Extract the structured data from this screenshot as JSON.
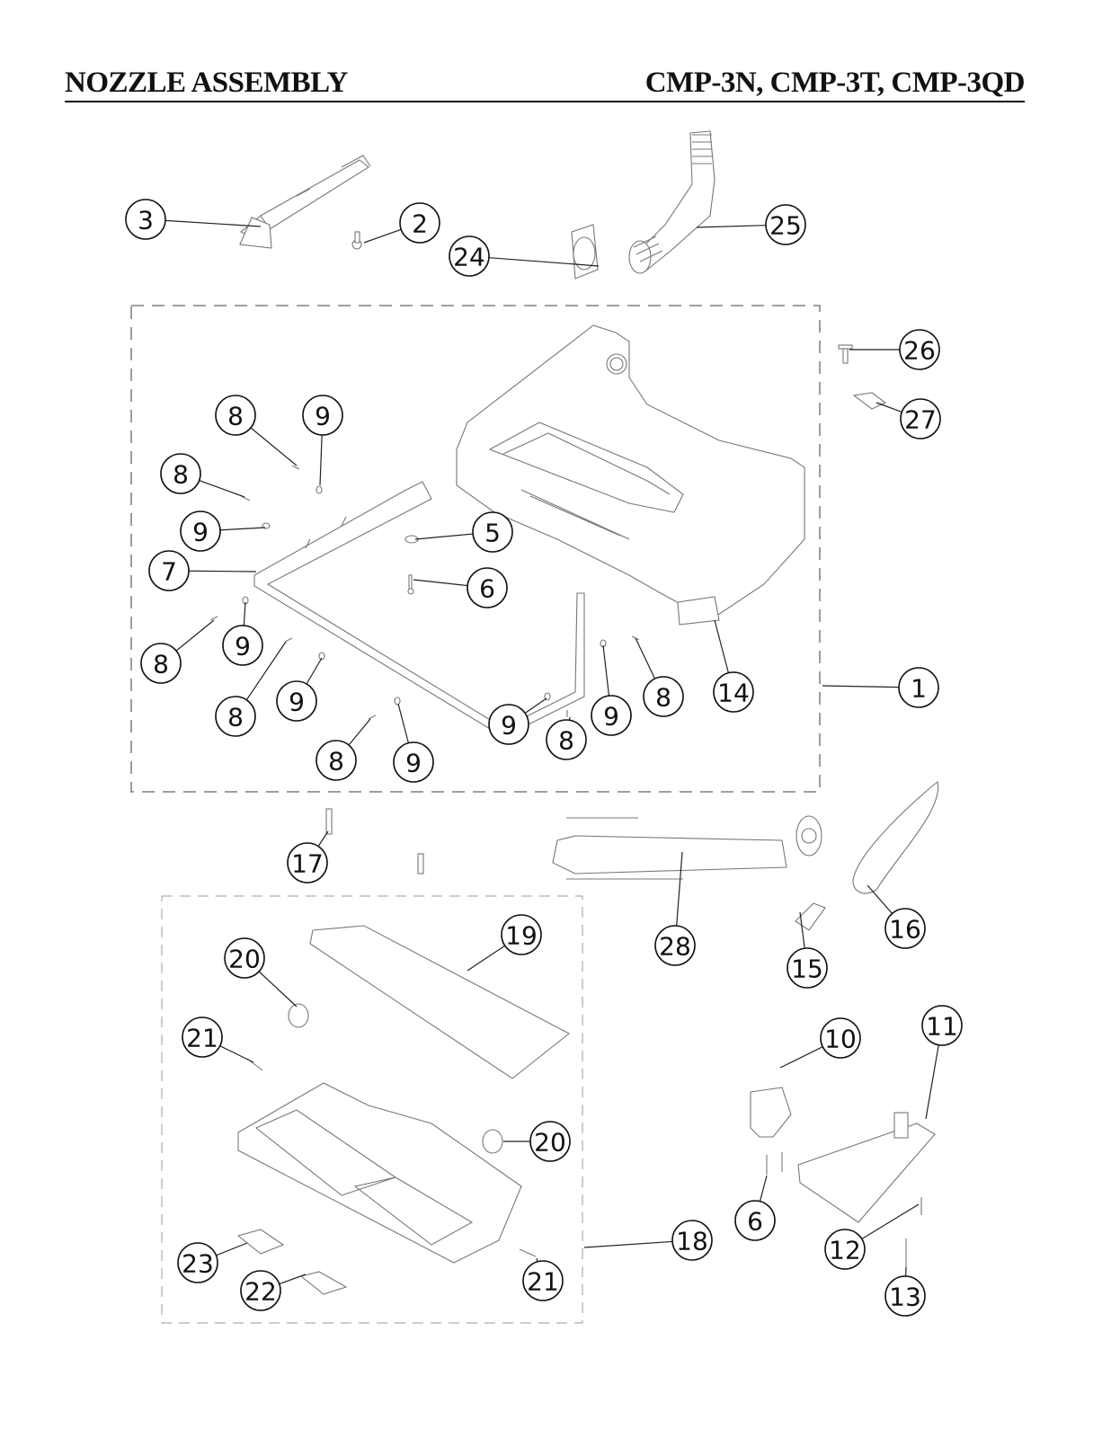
{
  "header": {
    "title": "NOZZLE ASSEMBLY",
    "models": "CMP-3N, CMP-3T, CMP-3QD"
  },
  "groups": [
    {
      "id": "upper-assembly",
      "callout": "1"
    },
    {
      "id": "lower-plate-assembly",
      "callout": "18"
    }
  ],
  "callouts": [
    {
      "id": "c1",
      "label": "1"
    },
    {
      "id": "c2",
      "label": "2"
    },
    {
      "id": "c3",
      "label": "3"
    },
    {
      "id": "c5",
      "label": "5"
    },
    {
      "id": "c6a",
      "label": "6"
    },
    {
      "id": "c6b",
      "label": "6"
    },
    {
      "id": "c7",
      "label": "7"
    },
    {
      "id": "c8a",
      "label": "8"
    },
    {
      "id": "c8b",
      "label": "8"
    },
    {
      "id": "c8c",
      "label": "8"
    },
    {
      "id": "c8d",
      "label": "8"
    },
    {
      "id": "c8e",
      "label": "8"
    },
    {
      "id": "c8f",
      "label": "8"
    },
    {
      "id": "c8g",
      "label": "8"
    },
    {
      "id": "c9a",
      "label": "9"
    },
    {
      "id": "c9b",
      "label": "9"
    },
    {
      "id": "c9c",
      "label": "9"
    },
    {
      "id": "c9d",
      "label": "9"
    },
    {
      "id": "c9e",
      "label": "9"
    },
    {
      "id": "c9f",
      "label": "9"
    },
    {
      "id": "c9g",
      "label": "9"
    },
    {
      "id": "c10",
      "label": "10"
    },
    {
      "id": "c11",
      "label": "11"
    },
    {
      "id": "c12",
      "label": "12"
    },
    {
      "id": "c13",
      "label": "13"
    },
    {
      "id": "c14",
      "label": "14"
    },
    {
      "id": "c15",
      "label": "15"
    },
    {
      "id": "c16",
      "label": "16"
    },
    {
      "id": "c17",
      "label": "17"
    },
    {
      "id": "c18",
      "label": "18"
    },
    {
      "id": "c19",
      "label": "19"
    },
    {
      "id": "c20a",
      "label": "20"
    },
    {
      "id": "c20b",
      "label": "20"
    },
    {
      "id": "c21a",
      "label": "21"
    },
    {
      "id": "c21b",
      "label": "21"
    },
    {
      "id": "c22",
      "label": "22"
    },
    {
      "id": "c23",
      "label": "23"
    },
    {
      "id": "c24",
      "label": "24"
    },
    {
      "id": "c25",
      "label": "25"
    },
    {
      "id": "c26",
      "label": "26"
    },
    {
      "id": "c27",
      "label": "27"
    },
    {
      "id": "c28",
      "label": "28"
    }
  ]
}
